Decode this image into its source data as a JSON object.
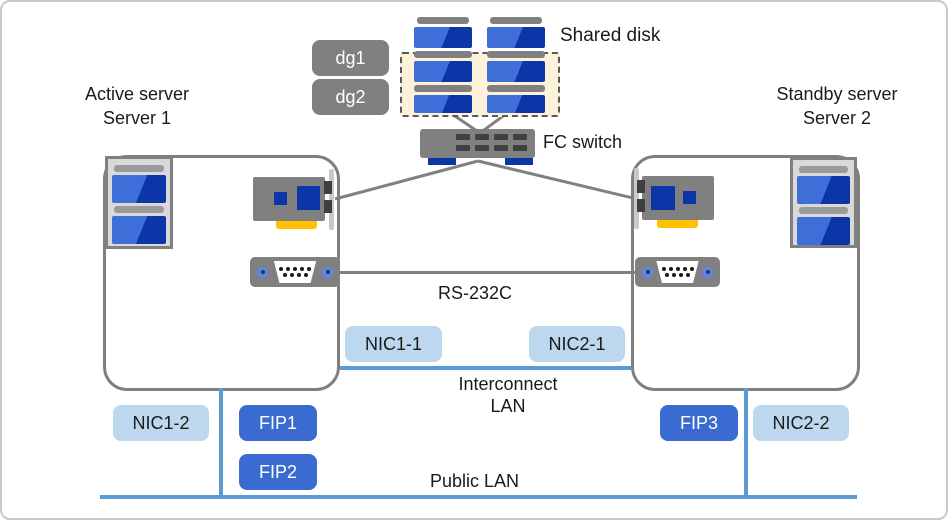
{
  "servers": {
    "active": {
      "role": "Active server",
      "name": "Server 1",
      "nics": [
        "NIC1-1",
        "NIC1-2"
      ],
      "fips": [
        "FIP1",
        "FIP2"
      ]
    },
    "standby": {
      "role": "Standby server",
      "name": "Server 2",
      "nics": [
        "NIC2-1",
        "NIC2-2"
      ],
      "fips": [
        "FIP3"
      ]
    }
  },
  "storage": {
    "shared_disk_label": "Shared disk",
    "fc_switch_label": "FC switch",
    "disk_groups": [
      "dg1",
      "dg2"
    ]
  },
  "connections": {
    "serial_label": "RS-232C",
    "interconnect_label_line1": "Interconnect",
    "interconnect_label_line2": "LAN",
    "public_lan_label": "Public LAN"
  },
  "colors": {
    "gray": "#808080",
    "light_gray_panel": "#d9d9d9",
    "fip_blue": "#3a6bd1",
    "nic_light_blue": "#bdd7ee",
    "lan_line_blue": "#5b9bd5",
    "disk_light_blue": "#3e6ed8",
    "disk_dark_blue": "#0c36a8",
    "gold": "#ffc000",
    "dashed_zone_beige": "#fcf2d9"
  }
}
